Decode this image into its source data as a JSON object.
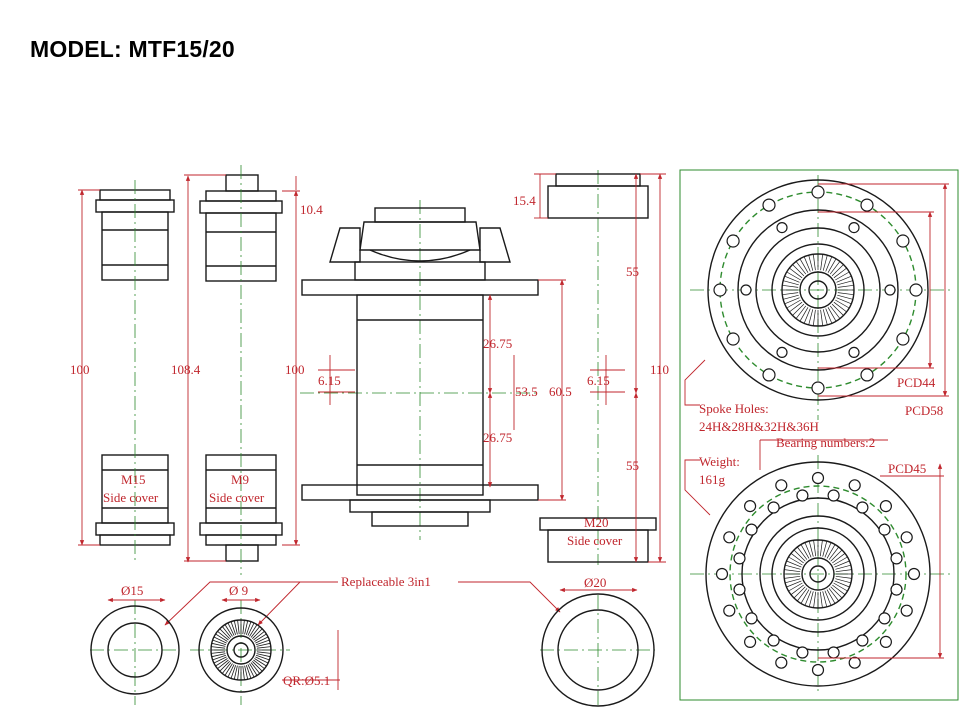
{
  "title": "MODEL:  MTF15/20",
  "colors": {
    "ink": "#1a1a1a",
    "dimension": "#c0262d",
    "centerline": "#2e8b2e",
    "frame": "#2e8b2e"
  },
  "dims": {
    "d100_left": "100",
    "d108_4": "108.4",
    "d100_mid": "100",
    "d10_4": "10.4",
    "d15_4": "15.4",
    "d55_top": "55",
    "d110": "110",
    "d55_bottom": "55",
    "d6_15_left": "6.15",
    "d6_15_right": "6.15",
    "d26_75_top": "26.75",
    "d26_75_bottom": "26.75",
    "d53_5": "53.5",
    "d60_5": "60.5",
    "m15_line1": "M15",
    "m15_line2": "Side cover",
    "m9_line1": "M9",
    "m9_line2": "Side cover",
    "m20_line1": "M20",
    "m20_line2": "Side cover",
    "phi15": "Ø15",
    "phi9": "Ø 9",
    "phi20": "Ø20",
    "replaceable": "Replaceable 3in1",
    "qr": "QR:Ø5.1"
  },
  "specs": {
    "spoke_holes_label": "Spoke Holes:",
    "spoke_holes_value": "24H&28H&32H&36H",
    "bearing": "Bearing numbers:2",
    "weight_label": "Weight:",
    "weight_value": "161g",
    "pcd44": "PCD44",
    "pcd58": "PCD58",
    "pcd45": "PCD45"
  }
}
